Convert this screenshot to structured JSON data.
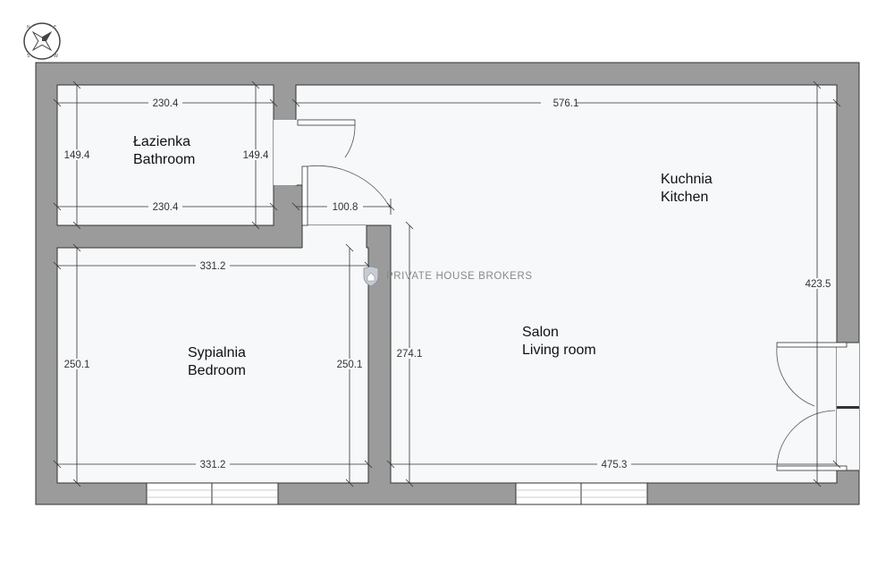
{
  "compass": {
    "n": "N",
    "e": "E",
    "s": "S",
    "w": "W",
    "icon": "compass-icon"
  },
  "watermark": {
    "text": "PRIVATE HOUSE BROKERS",
    "icon": "shield-house-icon"
  },
  "rooms": {
    "bathroom": {
      "line1": "Łazienka",
      "line2": "Bathroom"
    },
    "bedroom": {
      "line1": "Sypialnia",
      "line2": "Bedroom"
    },
    "kitchen": {
      "line1": "Kuchnia",
      "line2": "Kitchen"
    },
    "living": {
      "line1": "Salon",
      "line2": "Living room"
    }
  },
  "dimensions": {
    "bath_top": "230.4",
    "bath_bottom": "230.4",
    "bath_left": "149.4",
    "bath_right": "149.4",
    "hall_width": "100.8",
    "bed_top": "331.2",
    "bed_bottom": "331.2",
    "bed_left": "250.1",
    "bed_right": "250.1",
    "main_top": "576.1",
    "main_right": "423.5",
    "living_height": "274.1",
    "living_bottom": "475.3"
  },
  "colors": {
    "wall": "#9b9b9b",
    "floor": "#f6f8fa",
    "outline": "#333333"
  }
}
